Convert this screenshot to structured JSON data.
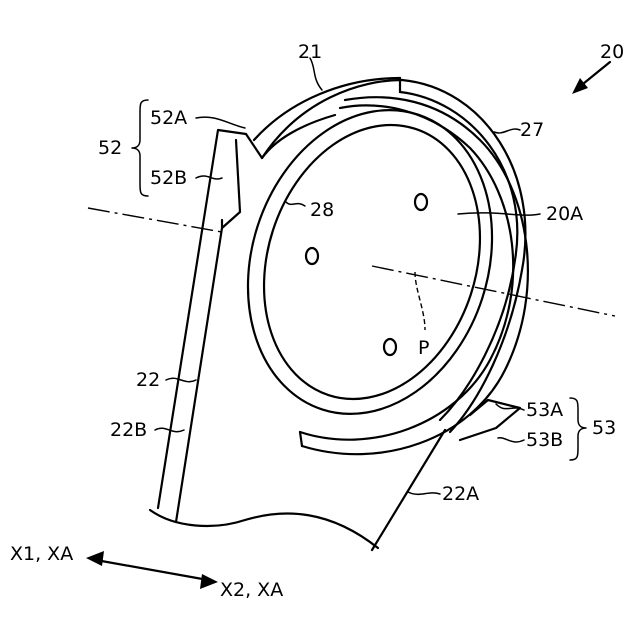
{
  "labels": {
    "ref_20": "20",
    "ref_21": "21",
    "ref_27": "27",
    "ref_28": "28",
    "ref_20A": "20A",
    "ref_P": "P",
    "ref_52": "52",
    "ref_52A": "52A",
    "ref_52B": "52B",
    "ref_53": "53",
    "ref_53A": "53A",
    "ref_53B": "53B",
    "ref_22": "22",
    "ref_22A": "22A",
    "ref_22B": "22B",
    "dir_x1": "X1, XA",
    "dir_x2": "X2, XA"
  }
}
